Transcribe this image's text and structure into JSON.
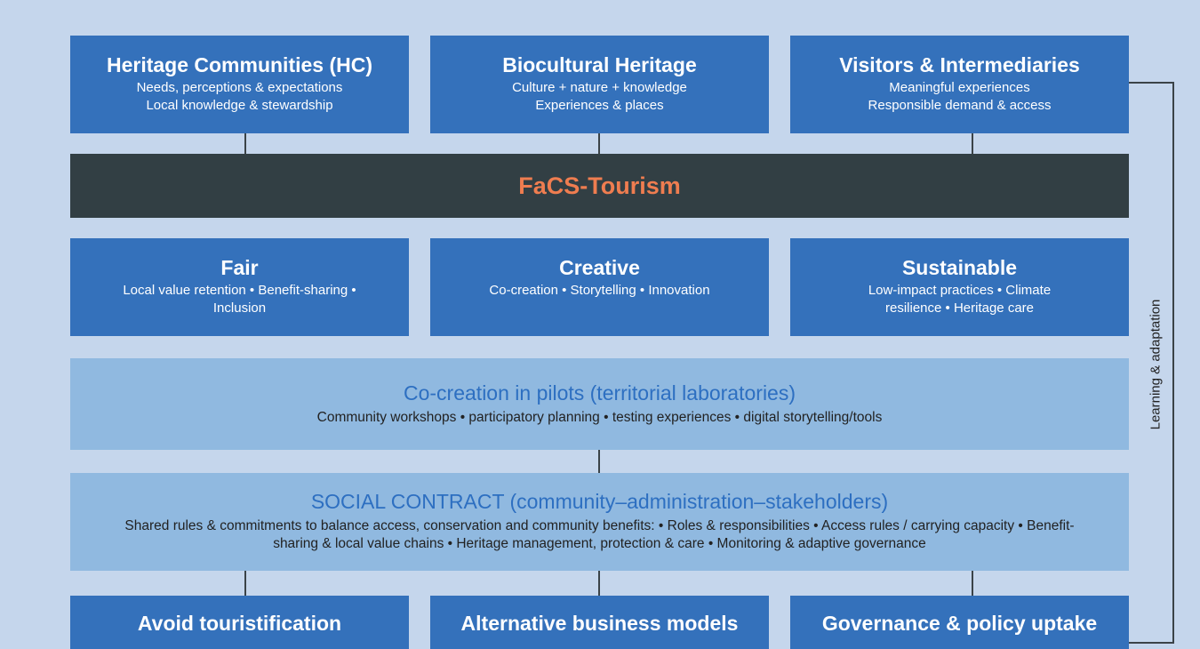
{
  "top": [
    {
      "title": "Heritage Communities (HC)",
      "lines": [
        "Needs, perceptions & expectations",
        "Local knowledge & stewardship"
      ]
    },
    {
      "title": "Biocultural Heritage",
      "lines": [
        "Culture + nature + knowledge",
        "Experiences & places"
      ]
    },
    {
      "title": "Visitors & Intermediaries",
      "lines": [
        "Meaningful experiences",
        "Responsible demand & access"
      ]
    }
  ],
  "core": {
    "title": "FaCS-Tourism"
  },
  "pillars": [
    {
      "title": "Fair",
      "text": "Local value retention • Benefit-sharing • Inclusion"
    },
    {
      "title": "Creative",
      "text": "Co-creation • Storytelling • Innovation"
    },
    {
      "title": "Sustainable",
      "text": "Low-impact practices • Climate resilience • Heritage care"
    }
  ],
  "cocreation": {
    "title": "Co-creation in pilots (territorial laboratories)",
    "text": "Community workshops • participatory planning • testing experiences • digital storytelling/tools"
  },
  "contract": {
    "title": "SOCIAL CONTRACT (community–administration–stakeholders)",
    "text": "Shared rules & commitments to balance access, conservation and community benefits: • Roles & responsibilities • Access rules / carrying capacity • Benefit-sharing & local value chains • Heritage management, protection & care • Monitoring & adaptive governance"
  },
  "outcomes": [
    {
      "title": "Avoid touristification"
    },
    {
      "title": "Alternative business models"
    },
    {
      "title": "Governance & policy uptake"
    }
  ],
  "feedback": {
    "label": "Learning & adaptation"
  },
  "colors": {
    "box": "#3471bb",
    "core": "#323f44",
    "core_text": "#ef7d50",
    "light": "#90b9e0",
    "light_title": "#2d6fc1",
    "background": "#c5d6ec"
  }
}
